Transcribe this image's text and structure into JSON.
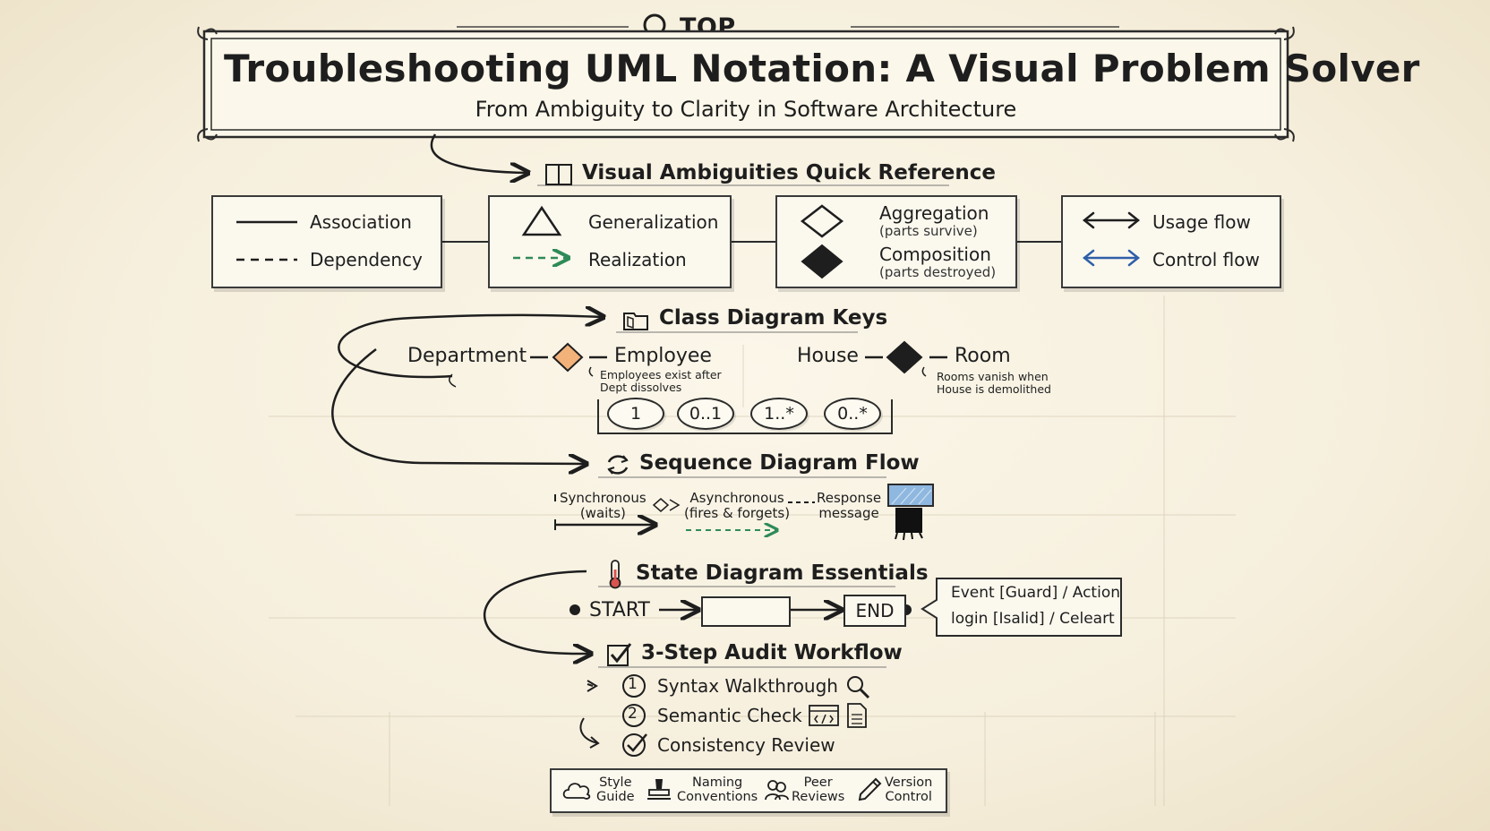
{
  "banner": {
    "label": "TOP BANNER",
    "title": "Troubleshooting UML Notation: A Visual Problem Solver",
    "subtitle": "From Ambiguity to Clarity in Software Architecture"
  },
  "quick_reference": {
    "heading": "Visual Ambiguities Quick Reference",
    "panels": [
      {
        "items": [
          {
            "label": "Association"
          },
          {
            "label": "Dependency"
          }
        ]
      },
      {
        "items": [
          {
            "label": "Generalization"
          },
          {
            "label": "Realization"
          }
        ]
      },
      {
        "items": [
          {
            "label": "Aggregation",
            "note": "(parts survive)"
          },
          {
            "label": "Composition",
            "note": "(parts destroyed)"
          }
        ]
      },
      {
        "items": [
          {
            "label": "Usage flow"
          },
          {
            "label": "Control flow"
          }
        ]
      }
    ]
  },
  "class_keys": {
    "heading": "Class Diagram Keys",
    "aggregation": {
      "whole": "Department",
      "part": "Employee",
      "note": "Employees exist after\nDept dissolves"
    },
    "composition": {
      "whole": "House",
      "part": "Room",
      "note": "Rooms vanish when\nHouse is demolithed"
    },
    "multiplicities": [
      "1",
      "0..1",
      "1..*",
      "0..*"
    ]
  },
  "sequence": {
    "heading": "Sequence Diagram Flow",
    "messages": [
      {
        "label": "Synchronous",
        "note": "(waits)"
      },
      {
        "label": "Asynchronous",
        "note": "(fires & forgets)"
      },
      {
        "label": "Response",
        "note": "message"
      }
    ]
  },
  "state": {
    "heading": "State Diagram Essentials",
    "start": "START",
    "end": "END",
    "callout": {
      "line1": "Event [Guard] / Action",
      "line2": "login [Isalid] / Celeart"
    }
  },
  "audit": {
    "heading": "3-Step Audit Workflow",
    "steps": [
      {
        "num": "1",
        "label": "Syntax Walkthrough"
      },
      {
        "num": "2",
        "label": "Semantic Check"
      },
      {
        "label": "Consistency Review"
      }
    ]
  },
  "toolbar": {
    "items": [
      {
        "label": "Style\nGuide"
      },
      {
        "label": "Naming\nConventions"
      },
      {
        "label": "Peer\nReviews"
      },
      {
        "label": "Version\nControl"
      }
    ]
  },
  "colors": {
    "ink": "#1e1e1e",
    "paper": "#f6efdd",
    "realization_green": "#2e8b57",
    "control_blue": "#2f5fa8",
    "aggregation_orange": "#f2b27a",
    "response_blue": "#8fb8e0"
  }
}
